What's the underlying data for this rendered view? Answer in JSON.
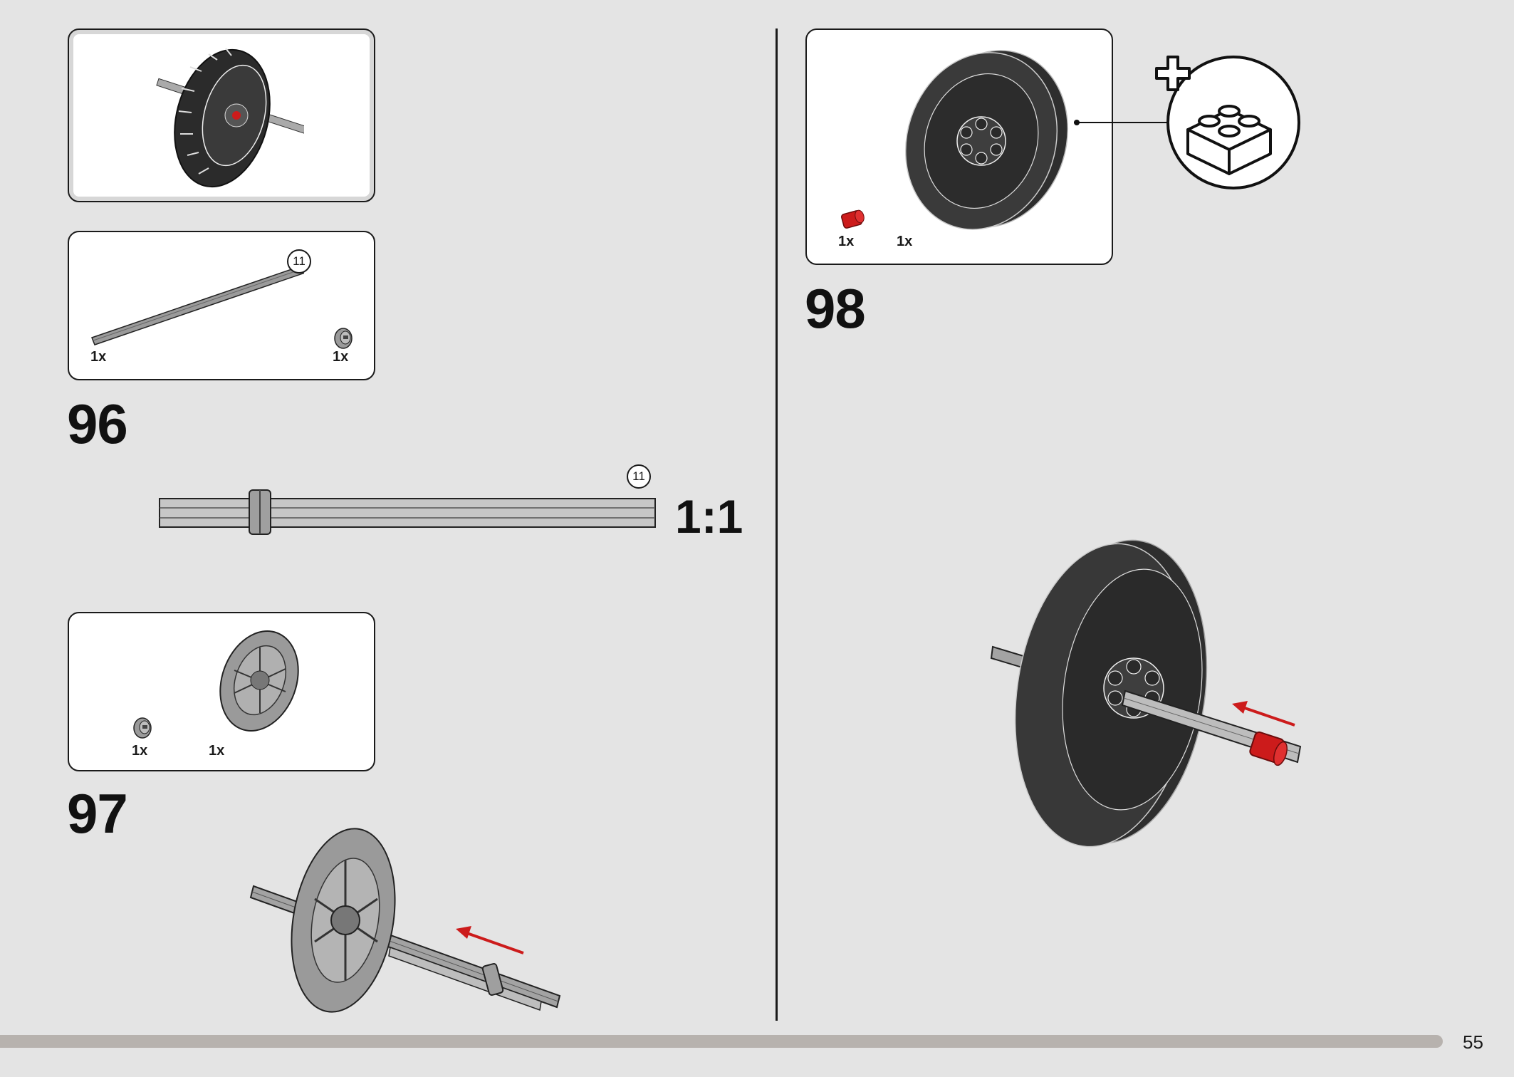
{
  "page": {
    "number": "55"
  },
  "steps": {
    "s96": {
      "number": "96",
      "scale_label": "1:1",
      "axle_length_callout": "11",
      "parts_axle_callout": "11",
      "qty_axle": "1x",
      "qty_bush": "1x"
    },
    "s97": {
      "number": "97",
      "qty_bush": "1x",
      "qty_disc": "1x"
    },
    "s98": {
      "number": "98",
      "qty_connector": "1x",
      "qty_rim": "1x"
    }
  },
  "colors": {
    "background": "#e4e4e4",
    "accent_red": "#cc1b1b",
    "part_dark": "#2a2a2a",
    "part_grey": "#9a9a9a"
  },
  "icons": [
    "wheel-subassembly-icon",
    "axle-icon",
    "bush-icon",
    "brake-disc-icon",
    "red-connector-icon",
    "rim-icon",
    "add-new-brick-icon",
    "assembly-arrow-icon"
  ]
}
